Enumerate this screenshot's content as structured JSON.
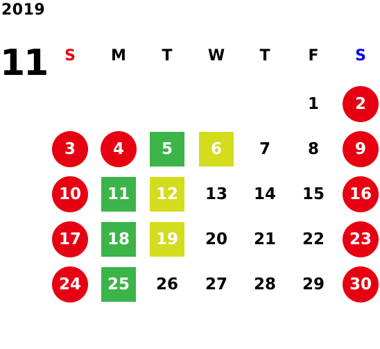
{
  "year": "2019",
  "month": "11",
  "weekdays": [
    {
      "label": "S",
      "color": "#e60012"
    },
    {
      "label": "M",
      "color": "#000000"
    },
    {
      "label": "T",
      "color": "#000000"
    },
    {
      "label": "W",
      "color": "#000000"
    },
    {
      "label": "T",
      "color": "#000000"
    },
    {
      "label": "F",
      "color": "#000000"
    },
    {
      "label": "S",
      "color": "#0000ee"
    }
  ],
  "colors": {
    "holiday_red": "#e60012",
    "highlight_green": "#3cb44a",
    "highlight_yellow": "#d4dc1e",
    "text": "#000000"
  },
  "days": [
    {
      "day": "1",
      "row": 0,
      "col": 5,
      "style": "plain"
    },
    {
      "day": "2",
      "row": 0,
      "col": 6,
      "style": "red-circle"
    },
    {
      "day": "3",
      "row": 1,
      "col": 0,
      "style": "red-circle"
    },
    {
      "day": "4",
      "row": 1,
      "col": 1,
      "style": "red-circle"
    },
    {
      "day": "5",
      "row": 1,
      "col": 2,
      "style": "green-square"
    },
    {
      "day": "6",
      "row": 1,
      "col": 3,
      "style": "yellow-square"
    },
    {
      "day": "7",
      "row": 1,
      "col": 4,
      "style": "plain"
    },
    {
      "day": "8",
      "row": 1,
      "col": 5,
      "style": "plain"
    },
    {
      "day": "9",
      "row": 1,
      "col": 6,
      "style": "red-circle"
    },
    {
      "day": "10",
      "row": 2,
      "col": 0,
      "style": "red-circle"
    },
    {
      "day": "11",
      "row": 2,
      "col": 1,
      "style": "green-square"
    },
    {
      "day": "12",
      "row": 2,
      "col": 2,
      "style": "yellow-square"
    },
    {
      "day": "13",
      "row": 2,
      "col": 3,
      "style": "plain"
    },
    {
      "day": "14",
      "row": 2,
      "col": 4,
      "style": "plain"
    },
    {
      "day": "15",
      "row": 2,
      "col": 5,
      "style": "plain"
    },
    {
      "day": "16",
      "row": 2,
      "col": 6,
      "style": "red-circle"
    },
    {
      "day": "17",
      "row": 3,
      "col": 0,
      "style": "red-circle"
    },
    {
      "day": "18",
      "row": 3,
      "col": 1,
      "style": "green-square"
    },
    {
      "day": "19",
      "row": 3,
      "col": 2,
      "style": "yellow-square"
    },
    {
      "day": "20",
      "row": 3,
      "col": 3,
      "style": "plain"
    },
    {
      "day": "21",
      "row": 3,
      "col": 4,
      "style": "plain"
    },
    {
      "day": "22",
      "row": 3,
      "col": 5,
      "style": "plain"
    },
    {
      "day": "23",
      "row": 3,
      "col": 6,
      "style": "red-circle"
    },
    {
      "day": "24",
      "row": 4,
      "col": 0,
      "style": "red-circle"
    },
    {
      "day": "25",
      "row": 4,
      "col": 1,
      "style": "green-square"
    },
    {
      "day": "26",
      "row": 4,
      "col": 2,
      "style": "plain"
    },
    {
      "day": "27",
      "row": 4,
      "col": 3,
      "style": "plain"
    },
    {
      "day": "28",
      "row": 4,
      "col": 4,
      "style": "plain"
    },
    {
      "day": "29",
      "row": 4,
      "col": 5,
      "style": "plain"
    },
    {
      "day": "30",
      "row": 4,
      "col": 6,
      "style": "red-circle"
    }
  ]
}
